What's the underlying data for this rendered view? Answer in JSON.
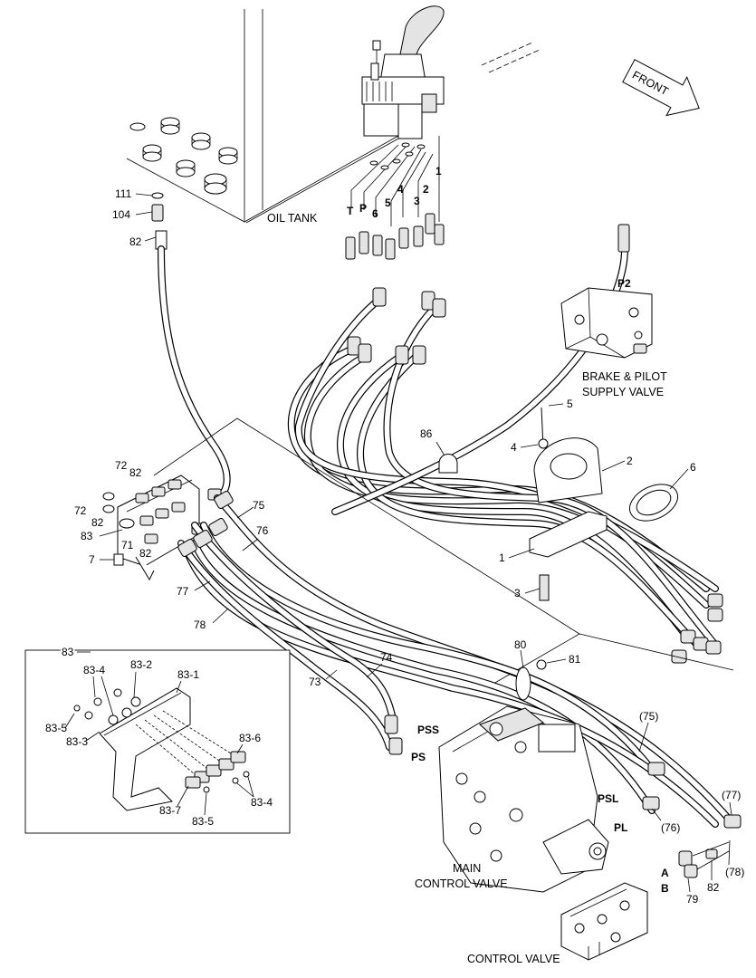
{
  "labels": {
    "oil_tank": "OIL TANK",
    "front": "FRONT",
    "brake_pilot_1": "BRAKE & PILOT",
    "brake_pilot_2": "SUPPLY VALVE",
    "main_cv_1": "MAIN",
    "main_cv_2": "CONTROL VALVE",
    "control_valve": "CONTROL VALVE"
  },
  "ports": {
    "T": "T",
    "P": "P",
    "p6": "6",
    "p5": "5",
    "p4": "4",
    "p3": "3",
    "p2": "2",
    "p1": "1",
    "P2": "P2",
    "PSS": "PSS",
    "PS": "PS",
    "PSL": "PSL",
    "PL": "PL",
    "A": "A",
    "B": "B"
  },
  "callouts": {
    "c111": "111",
    "c104": "104",
    "c82a": "82",
    "c5": "5",
    "c4": "4",
    "c86": "86",
    "c2": "2",
    "c6": "6",
    "c1": "1",
    "c3": "3",
    "c72a": "72",
    "c82b": "82",
    "c72b": "72",
    "c82c": "82",
    "c83": "83",
    "c71": "71",
    "c82d": "82",
    "c7": "7",
    "c75": "75",
    "c76": "76",
    "c77": "77",
    "c78": "78",
    "c74": "74",
    "c73": "73",
    "c80": "80",
    "c81": "81",
    "c75p": "(75)",
    "c76p": "(76)",
    "c77p": "(77)",
    "c78p": "(78)",
    "c79": "79",
    "c82e": "82"
  },
  "inset": {
    "title": "83",
    "c83_4a": "83-4",
    "c83_2": "83-2",
    "c83_1": "83-1",
    "c83_5a": "83-5",
    "c83_3": "83-3",
    "c83_6": "83-6",
    "c83_4b": "83-4",
    "c83_7": "83-7",
    "c83_5b": "83-5"
  },
  "icons": {
    "front_arrow": "arrow-icon",
    "pilot_joystick": "joystick-icon"
  },
  "colors": {
    "line": "#000000",
    "background": "#ffffff",
    "shade": "#e4e4e4"
  }
}
